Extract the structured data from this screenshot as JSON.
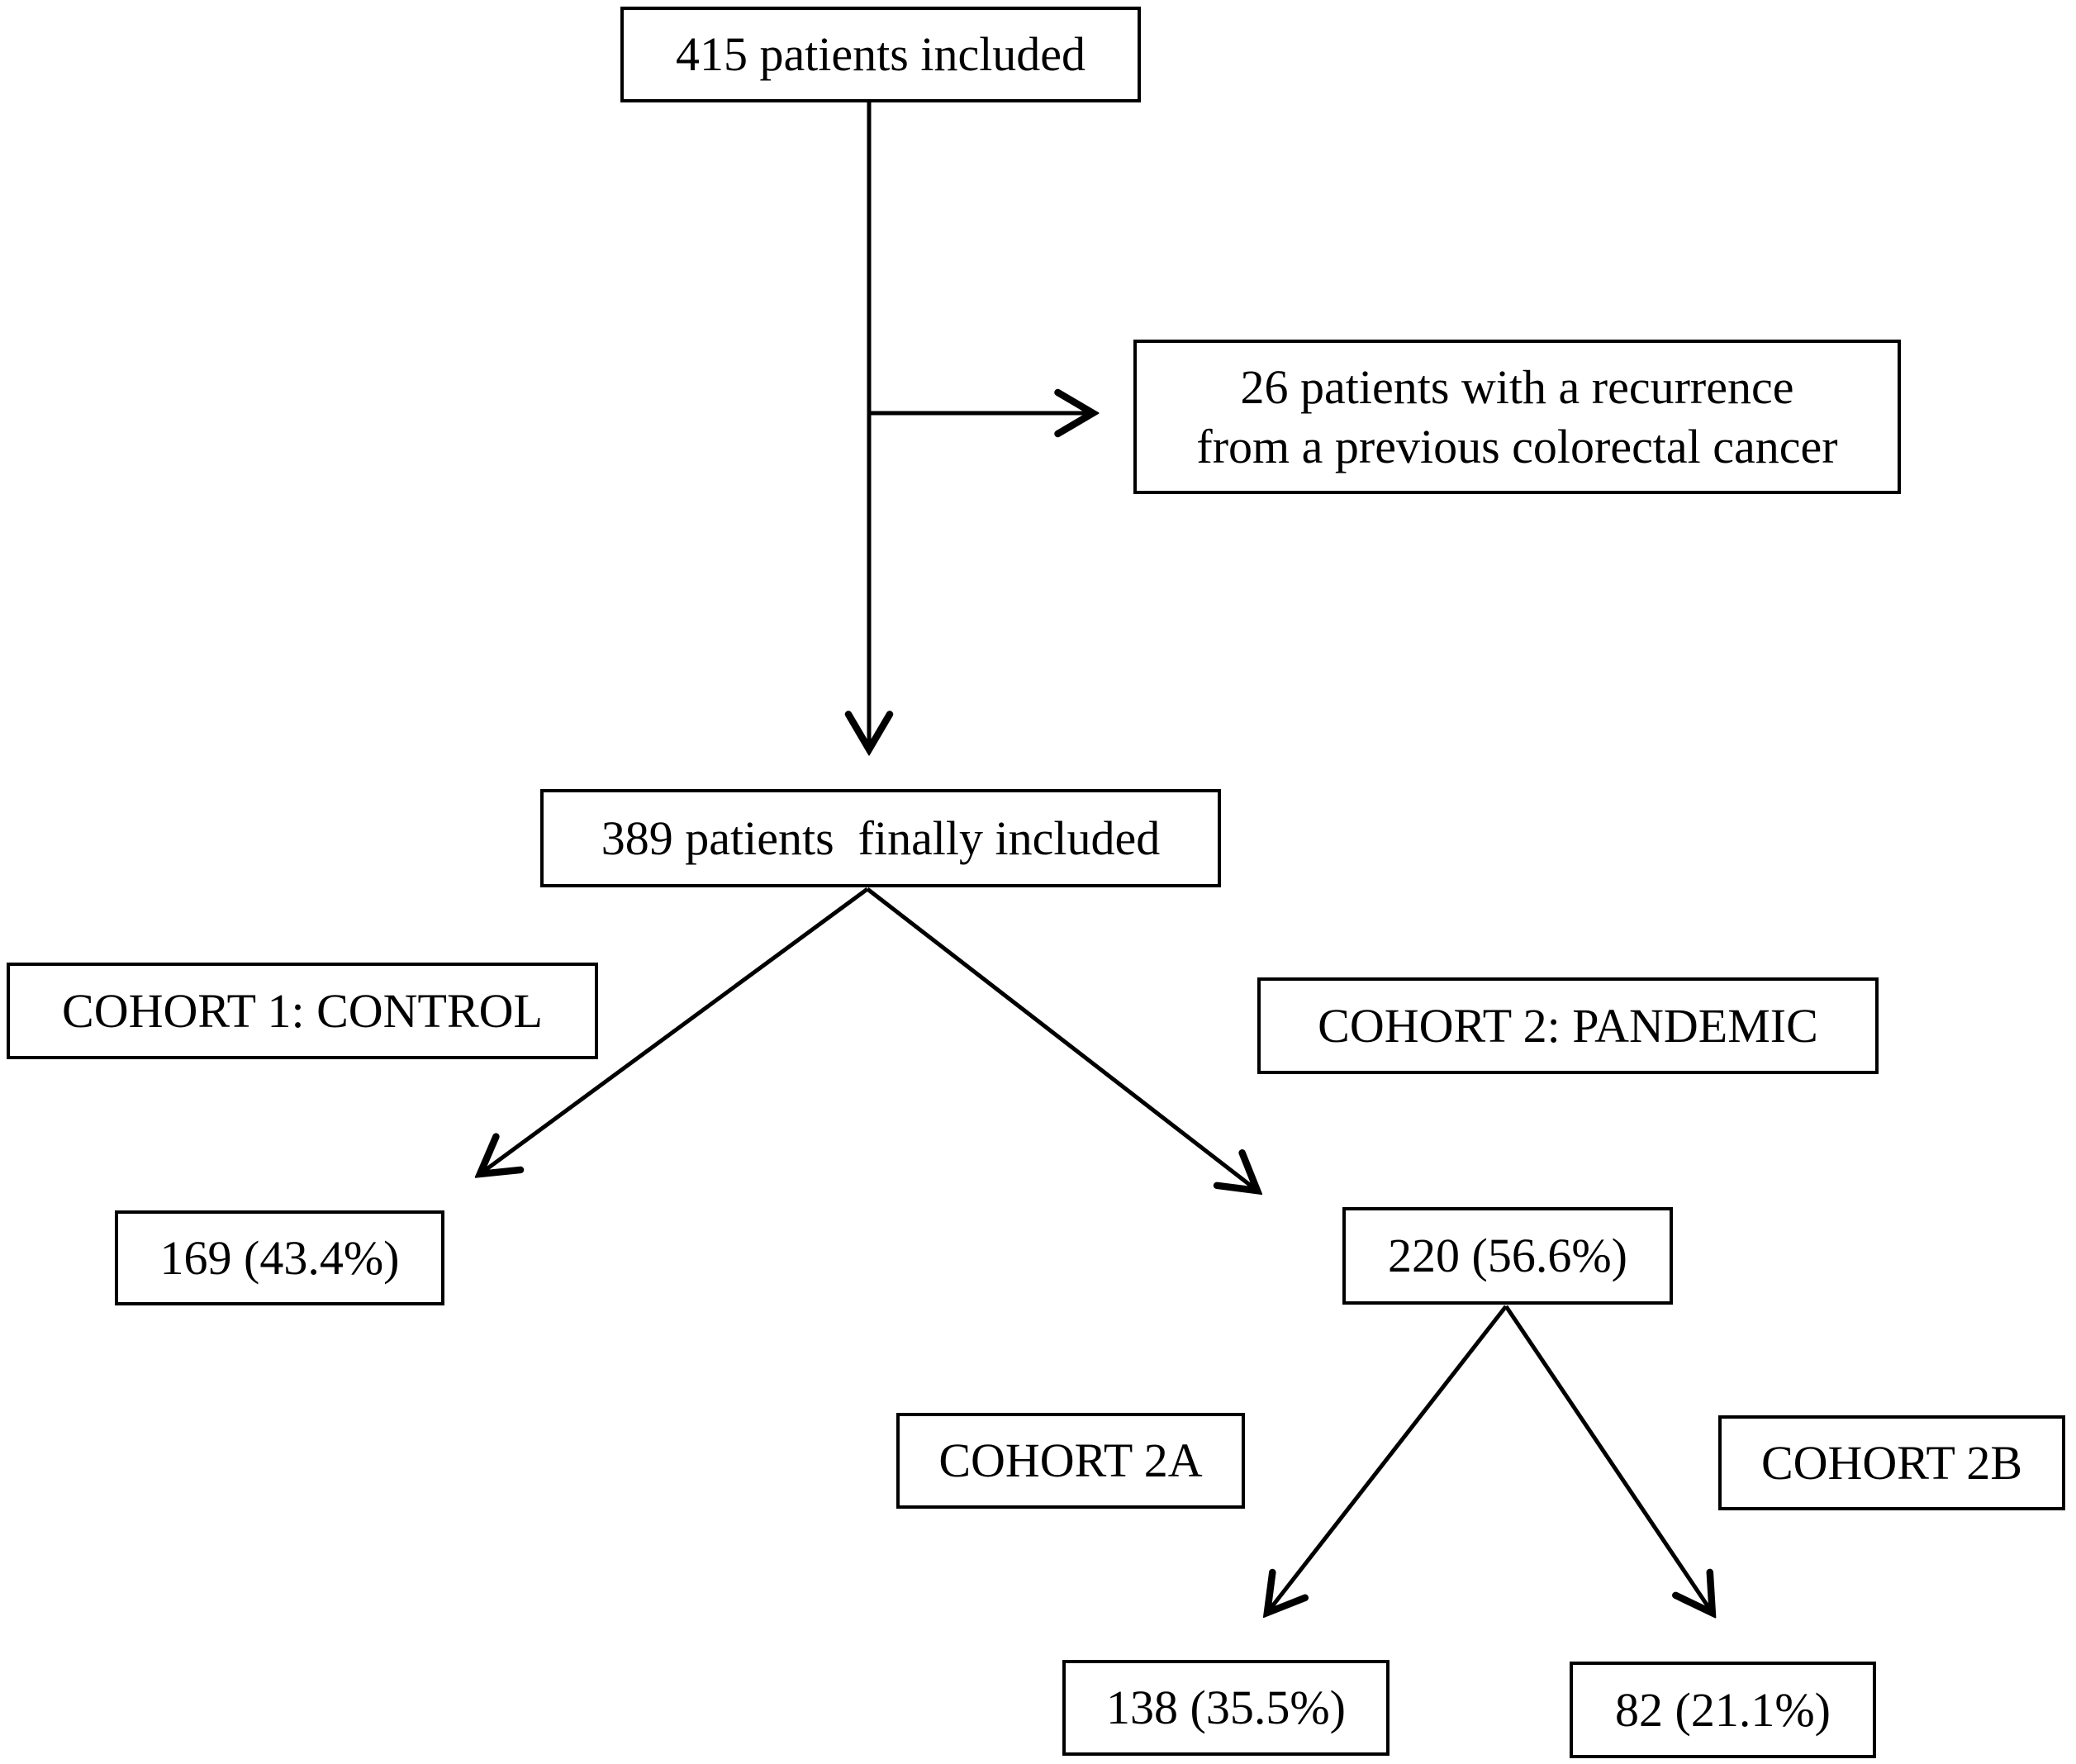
{
  "figure": {
    "background_color": "#ffffff",
    "line_color": "#000000"
  },
  "nodes": {
    "included": "415 patients included",
    "excluded": "26 patients with a recurrence\nfrom a previous colorectal cancer",
    "finally_included": "389 patients  finally included",
    "cohort1_label": "COHORT 1: CONTROL",
    "cohort2_label": "COHORT 2: PANDEMIC",
    "cohort1_count": "169 (43.4%)",
    "cohort2_count": "220 (56.6%)",
    "cohort2a_label": "COHORT 2A",
    "cohort2b_label": "COHORT 2B",
    "cohort2a_count": "138 (35.5%)",
    "cohort2b_count": "82 (21.1%)"
  },
  "edges": [
    {
      "from": "included",
      "to": "finally_included"
    },
    {
      "from": "included",
      "to": "excluded"
    },
    {
      "from": "finally_included",
      "to": "cohort1_count"
    },
    {
      "from": "finally_included",
      "to": "cohort2_count"
    },
    {
      "from": "cohort2_count",
      "to": "cohort2a_count"
    },
    {
      "from": "cohort2_count",
      "to": "cohort2b_count"
    }
  ]
}
